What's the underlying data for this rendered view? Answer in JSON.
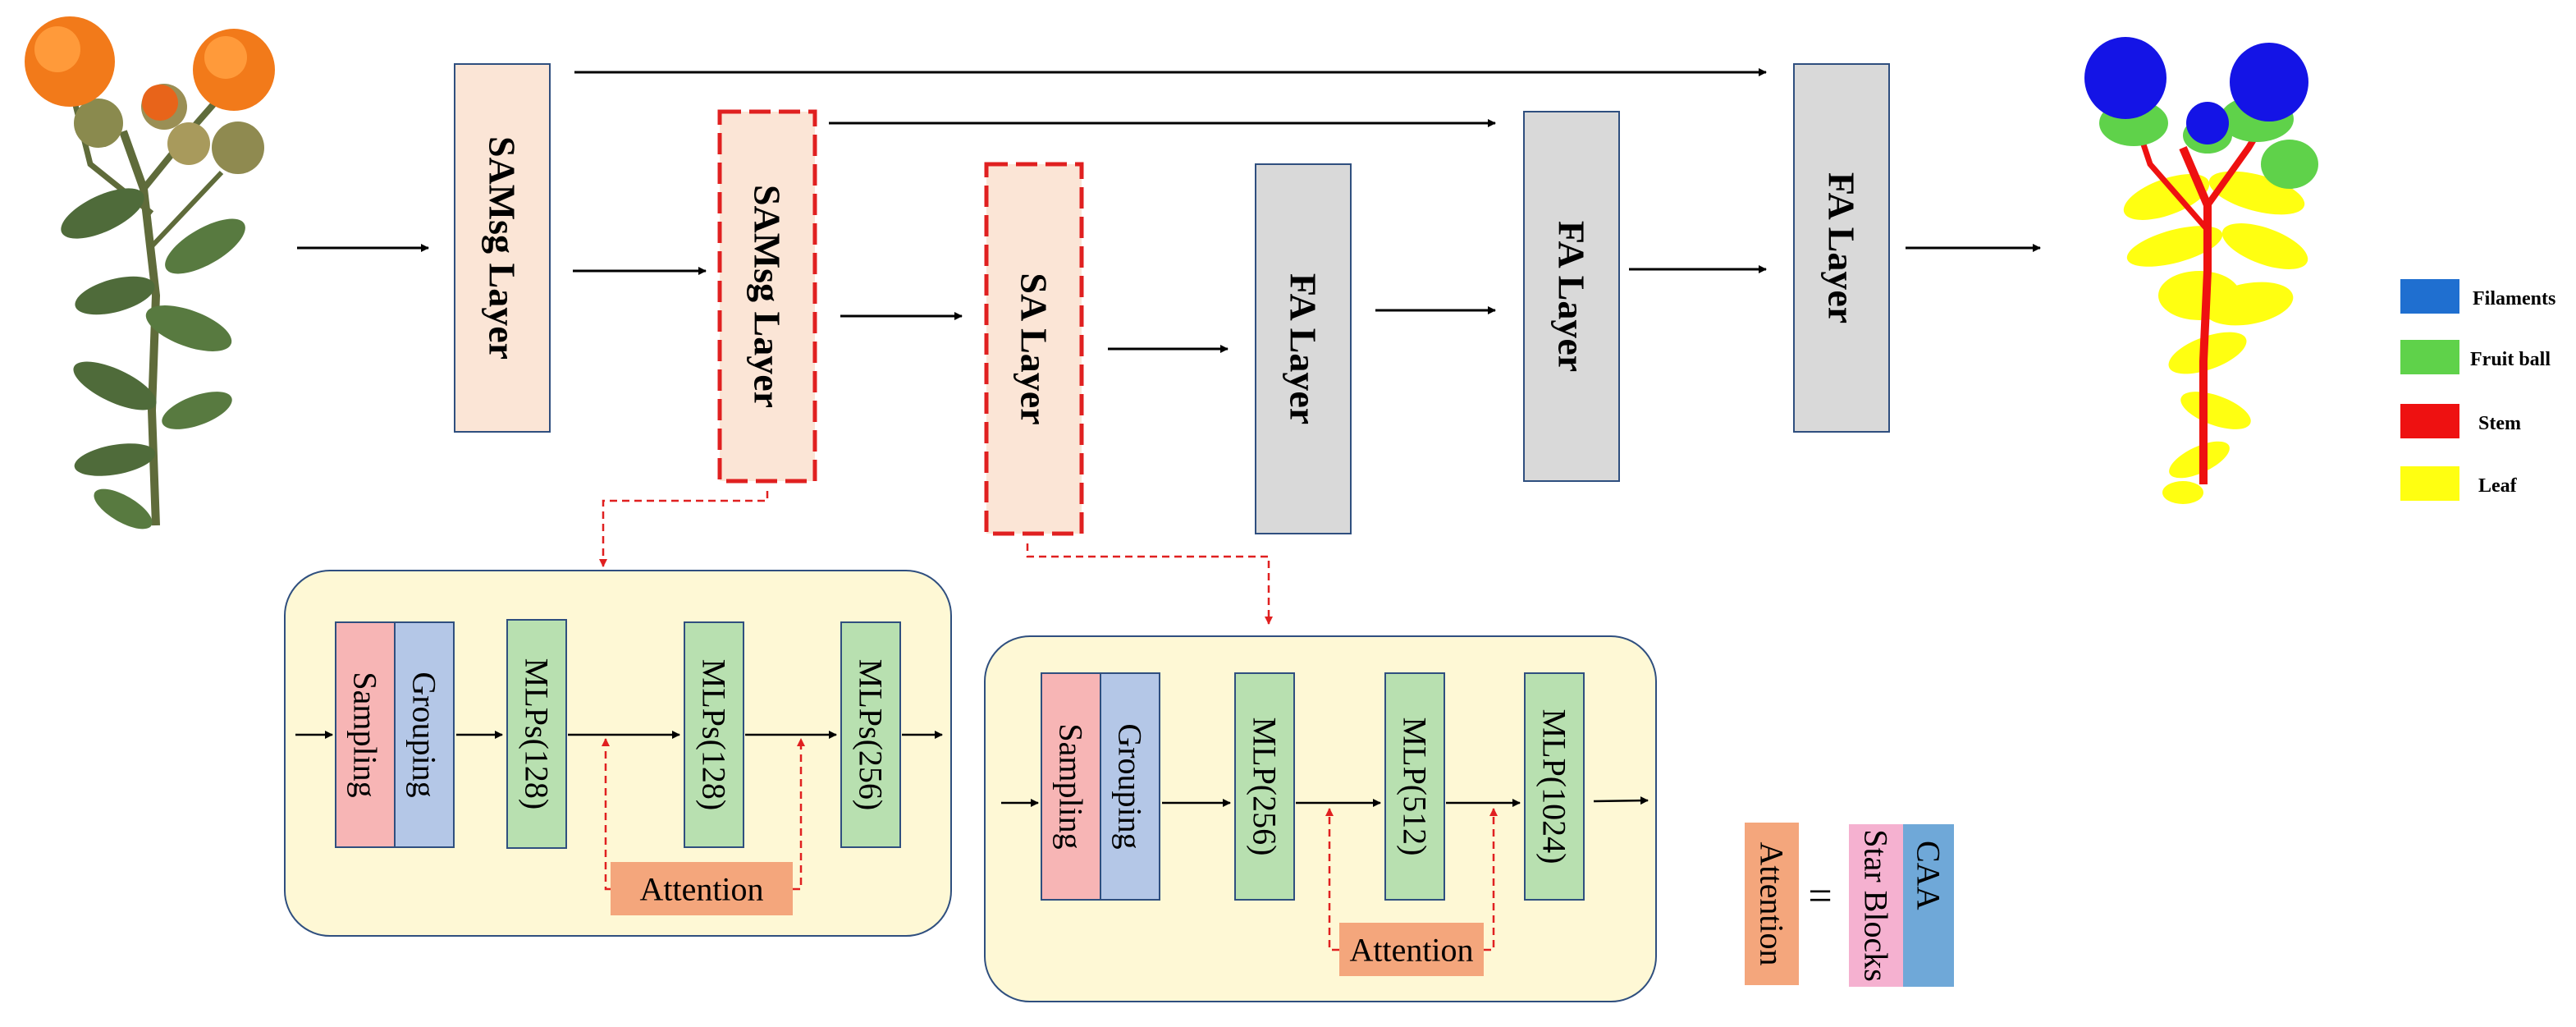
{
  "top_row": {
    "layer1": "SAMsg Layer",
    "layer2": "SAMsg Layer",
    "layer3": "SA Layer",
    "layer4": "FA Layer",
    "layer5": "FA Layer",
    "layer6": "FA Layer"
  },
  "module1": {
    "sampling": "Sampling",
    "grouping": "Grouping",
    "mlp1": "MLPs(128)",
    "mlp2": "MLPs(128)",
    "mlp3": "MLPs(256)",
    "attention": "Attention"
  },
  "module2": {
    "sampling": "Sampling",
    "grouping": "Grouping",
    "mlp1": "MLP(256)",
    "mlp2": "MLP(512)",
    "mlp3": "MLP(1024)",
    "attention": "Attention"
  },
  "equation": {
    "lhs": "Attention",
    "equals": "=",
    "rhs_left": "Star Blocks",
    "rhs_right": "CAA"
  },
  "legend": [
    {
      "label": "Filaments",
      "color": "#1f6fd0"
    },
    {
      "label": "Fruit ball",
      "color": "#5fd24a"
    },
    {
      "label": "Stem",
      "color": "#ee1111"
    },
    {
      "label": "Leaf",
      "color": "#ffff11"
    }
  ],
  "colors": {
    "sa_fill": "#fbe5d6",
    "fa_fill": "#d9d9d9",
    "module_bg": "#fef8d5",
    "sampling": "#f7b5b5",
    "grouping": "#b4c7e7",
    "mlp": "#b8e0b0",
    "attention": "#f4a67c",
    "star_blocks": "#f5b1d0",
    "caa": "#6fa8d8",
    "highlight": "#e02020"
  }
}
